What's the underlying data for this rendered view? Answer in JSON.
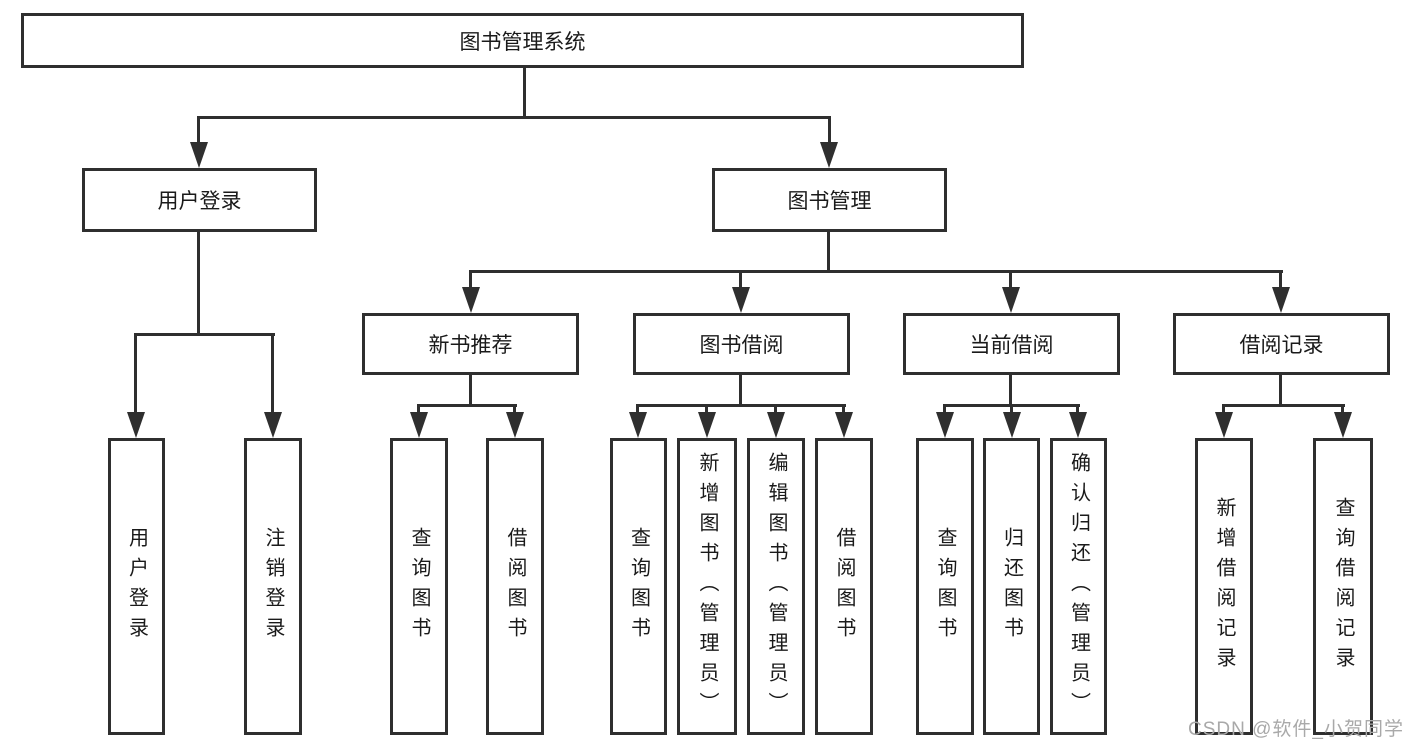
{
  "diagram_title": "图书管理系统",
  "nodes": {
    "root": {
      "label": "图书管理系统"
    },
    "user_login": {
      "label": "用户登录"
    },
    "book_mgmt": {
      "label": "图书管理"
    },
    "new_book_rec": {
      "label": "新书推荐"
    },
    "book_borrow": {
      "label": "图书借阅"
    },
    "current_borrow": {
      "label": "当前借阅"
    },
    "borrow_record": {
      "label": "借阅记录"
    },
    "leaf_user_login": {
      "label": "用户登录"
    },
    "leaf_logout": {
      "label": "注销登录"
    },
    "leaf_nb_query": {
      "label": "查询图书"
    },
    "leaf_nb_borrow": {
      "label": "借阅图书"
    },
    "leaf_bb_query": {
      "label": "查询图书"
    },
    "leaf_bb_add": {
      "label": "新增图书（管理员）"
    },
    "leaf_bb_edit": {
      "label": "编辑图书（管理员）"
    },
    "leaf_bb_borrow": {
      "label": "借阅图书"
    },
    "leaf_cb_query": {
      "label": "查询图书"
    },
    "leaf_cb_return": {
      "label": "归还图书"
    },
    "leaf_cb_confirm": {
      "label": "确认归还（管理员）"
    },
    "leaf_br_add": {
      "label": "新增借阅记录"
    },
    "leaf_br_query": {
      "label": "查询借阅记录"
    }
  },
  "edges": [
    {
      "from": "root",
      "to": [
        "user_login",
        "book_mgmt"
      ]
    },
    {
      "from": "user_login",
      "to": [
        "leaf_user_login",
        "leaf_logout"
      ]
    },
    {
      "from": "book_mgmt",
      "to": [
        "new_book_rec",
        "book_borrow",
        "current_borrow",
        "borrow_record"
      ]
    },
    {
      "from": "new_book_rec",
      "to": [
        "leaf_nb_query",
        "leaf_nb_borrow"
      ]
    },
    {
      "from": "book_borrow",
      "to": [
        "leaf_bb_query",
        "leaf_bb_add",
        "leaf_bb_edit",
        "leaf_bb_borrow"
      ]
    },
    {
      "from": "current_borrow",
      "to": [
        "leaf_cb_query",
        "leaf_cb_return",
        "leaf_cb_confirm"
      ]
    },
    {
      "from": "borrow_record",
      "to": [
        "leaf_br_add",
        "leaf_br_query"
      ]
    }
  ],
  "watermark": {
    "text": "CSDN @软件_小贺同学"
  },
  "colors": {
    "line": "#2f2f2f",
    "text": "#1a1a1a",
    "watermark": "#a9a9a9",
    "background": "#ffffff"
  }
}
